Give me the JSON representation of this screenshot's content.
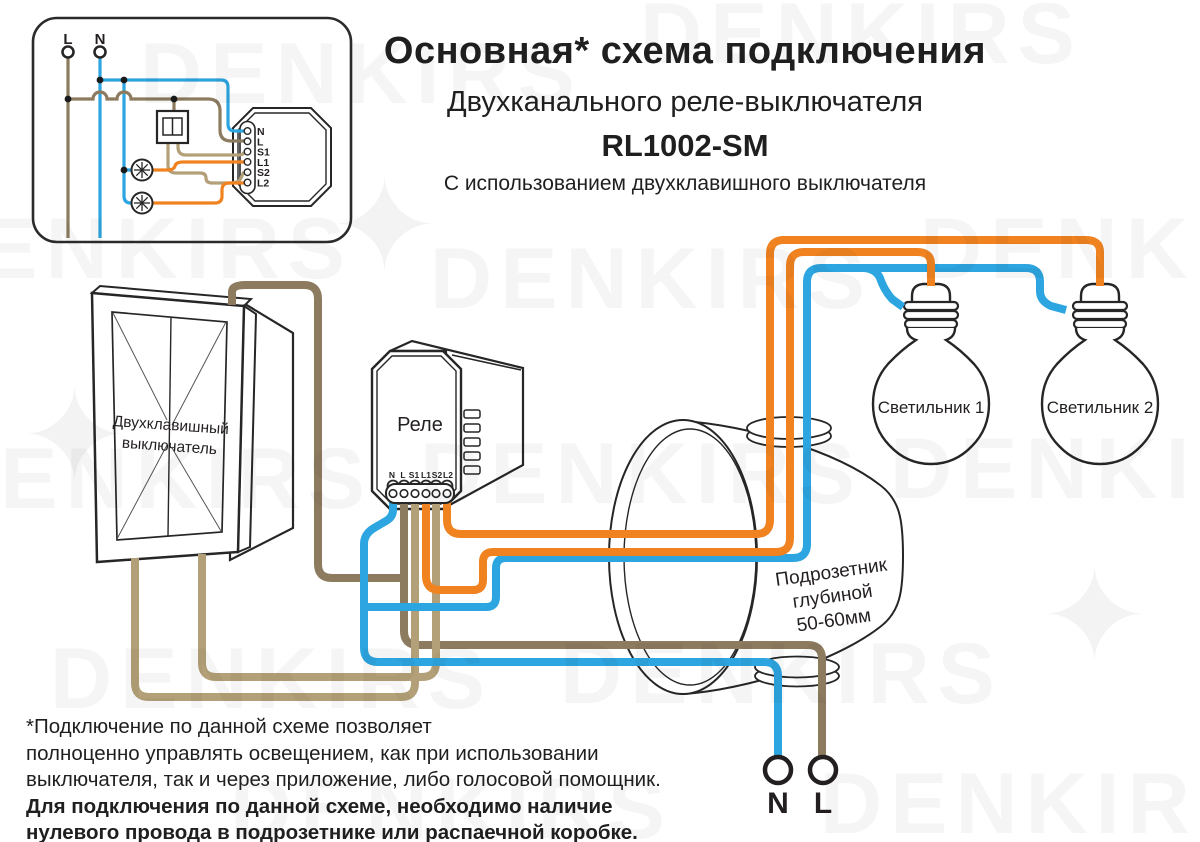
{
  "watermark": {
    "text": "DENKIRS",
    "star": "✦"
  },
  "title": {
    "line1": "Основная* схема подключения",
    "line2": "Двухканального реле-выключателя",
    "model": "RL1002-SM",
    "line4": "С использованием двухклавишного выключателя"
  },
  "relay_pins": [
    "N",
    "L",
    "S1",
    "L1",
    "S2",
    "L2"
  ],
  "inset": {
    "mains_l": "L",
    "mains_n": "N"
  },
  "main": {
    "switch_label": [
      "Двухклавишный",
      "выключатель"
    ],
    "relay_label": "Реле",
    "box_label": [
      "Подрозетник",
      "глубиной",
      "50-60мм"
    ],
    "lamp1": "Светильник 1",
    "lamp2": "Светильник 2",
    "mains_n": "N",
    "mains_l": "L"
  },
  "footnote": {
    "line1": "*Подключение по данной схеме позволяет",
    "line2": "полноценно управлять освещением, как при использовании",
    "line3": "выключателя, так и через приложение, либо голосовой помощник.",
    "line4": "Для подключения по данной схеме, необходимо наличие",
    "line5": "нулевого провода в подрозетнике или распаечной коробке."
  },
  "colors": {
    "wire_blue": "#2da5e0",
    "wire_orange": "#f08220",
    "wire_brown": "#8d7b5f",
    "wire_tan": "#b3a078",
    "outline": "#262626"
  }
}
